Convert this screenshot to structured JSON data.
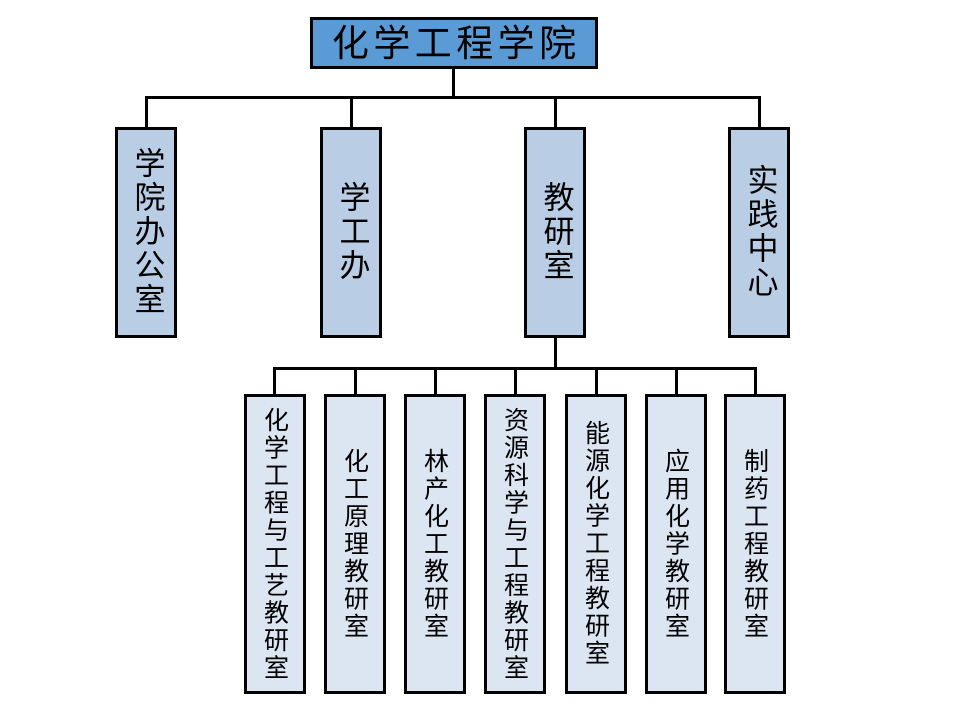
{
  "chart_data": {
    "type": "diagram",
    "diagram_kind": "organization-chart",
    "title": "化学工程学院",
    "orientation": "top-down",
    "text_direction": "vertical",
    "levels": 3,
    "colors": {
      "root_fill": "#5B9BD5",
      "level1_fill": "#B9CDE5",
      "level2_fill": "#DCE6F2",
      "border": "#000000",
      "connector": "#000000",
      "background": "#FFFFFF"
    },
    "nodes": [
      {
        "id": "root",
        "label": "化学工程学院",
        "level": 0,
        "parent": null
      },
      {
        "id": "l1-0",
        "label": "学院办公室",
        "level": 1,
        "parent": "root"
      },
      {
        "id": "l1-1",
        "label": "学工办",
        "level": 1,
        "parent": "root"
      },
      {
        "id": "l1-2",
        "label": "教研室",
        "level": 1,
        "parent": "root"
      },
      {
        "id": "l1-3",
        "label": "实践中心",
        "level": 1,
        "parent": "root"
      },
      {
        "id": "l2-0",
        "label": "化学工程与工艺教研室",
        "level": 2,
        "parent": "l1-2"
      },
      {
        "id": "l2-1",
        "label": "化工原理教研室",
        "level": 2,
        "parent": "l1-2"
      },
      {
        "id": "l2-2",
        "label": "林产化工教研室",
        "level": 2,
        "parent": "l1-2"
      },
      {
        "id": "l2-3",
        "label": "资源科学与工程教研室",
        "level": 2,
        "parent": "l1-2"
      },
      {
        "id": "l2-4",
        "label": "能源化学工程教研室",
        "level": 2,
        "parent": "l1-2"
      },
      {
        "id": "l2-5",
        "label": "应用化学教研室",
        "level": 2,
        "parent": "l1-2"
      },
      {
        "id": "l2-6",
        "label": "制药工程教研室",
        "level": 2,
        "parent": "l1-2"
      }
    ]
  },
  "root": {
    "label": "化学工程学院"
  },
  "departments": [
    {
      "label": "学院办公室"
    },
    {
      "label": "学工办"
    },
    {
      "label": "教研室"
    },
    {
      "label": "实践中心"
    }
  ],
  "sections": [
    {
      "label": "化学工程与工艺教研室"
    },
    {
      "label": "化工原理教研室"
    },
    {
      "label": "林产化工教研室"
    },
    {
      "label": "资源科学与工程教研室"
    },
    {
      "label": "能源化学工程教研室"
    },
    {
      "label": "应用化学教研室"
    },
    {
      "label": "制药工程教研室"
    }
  ]
}
